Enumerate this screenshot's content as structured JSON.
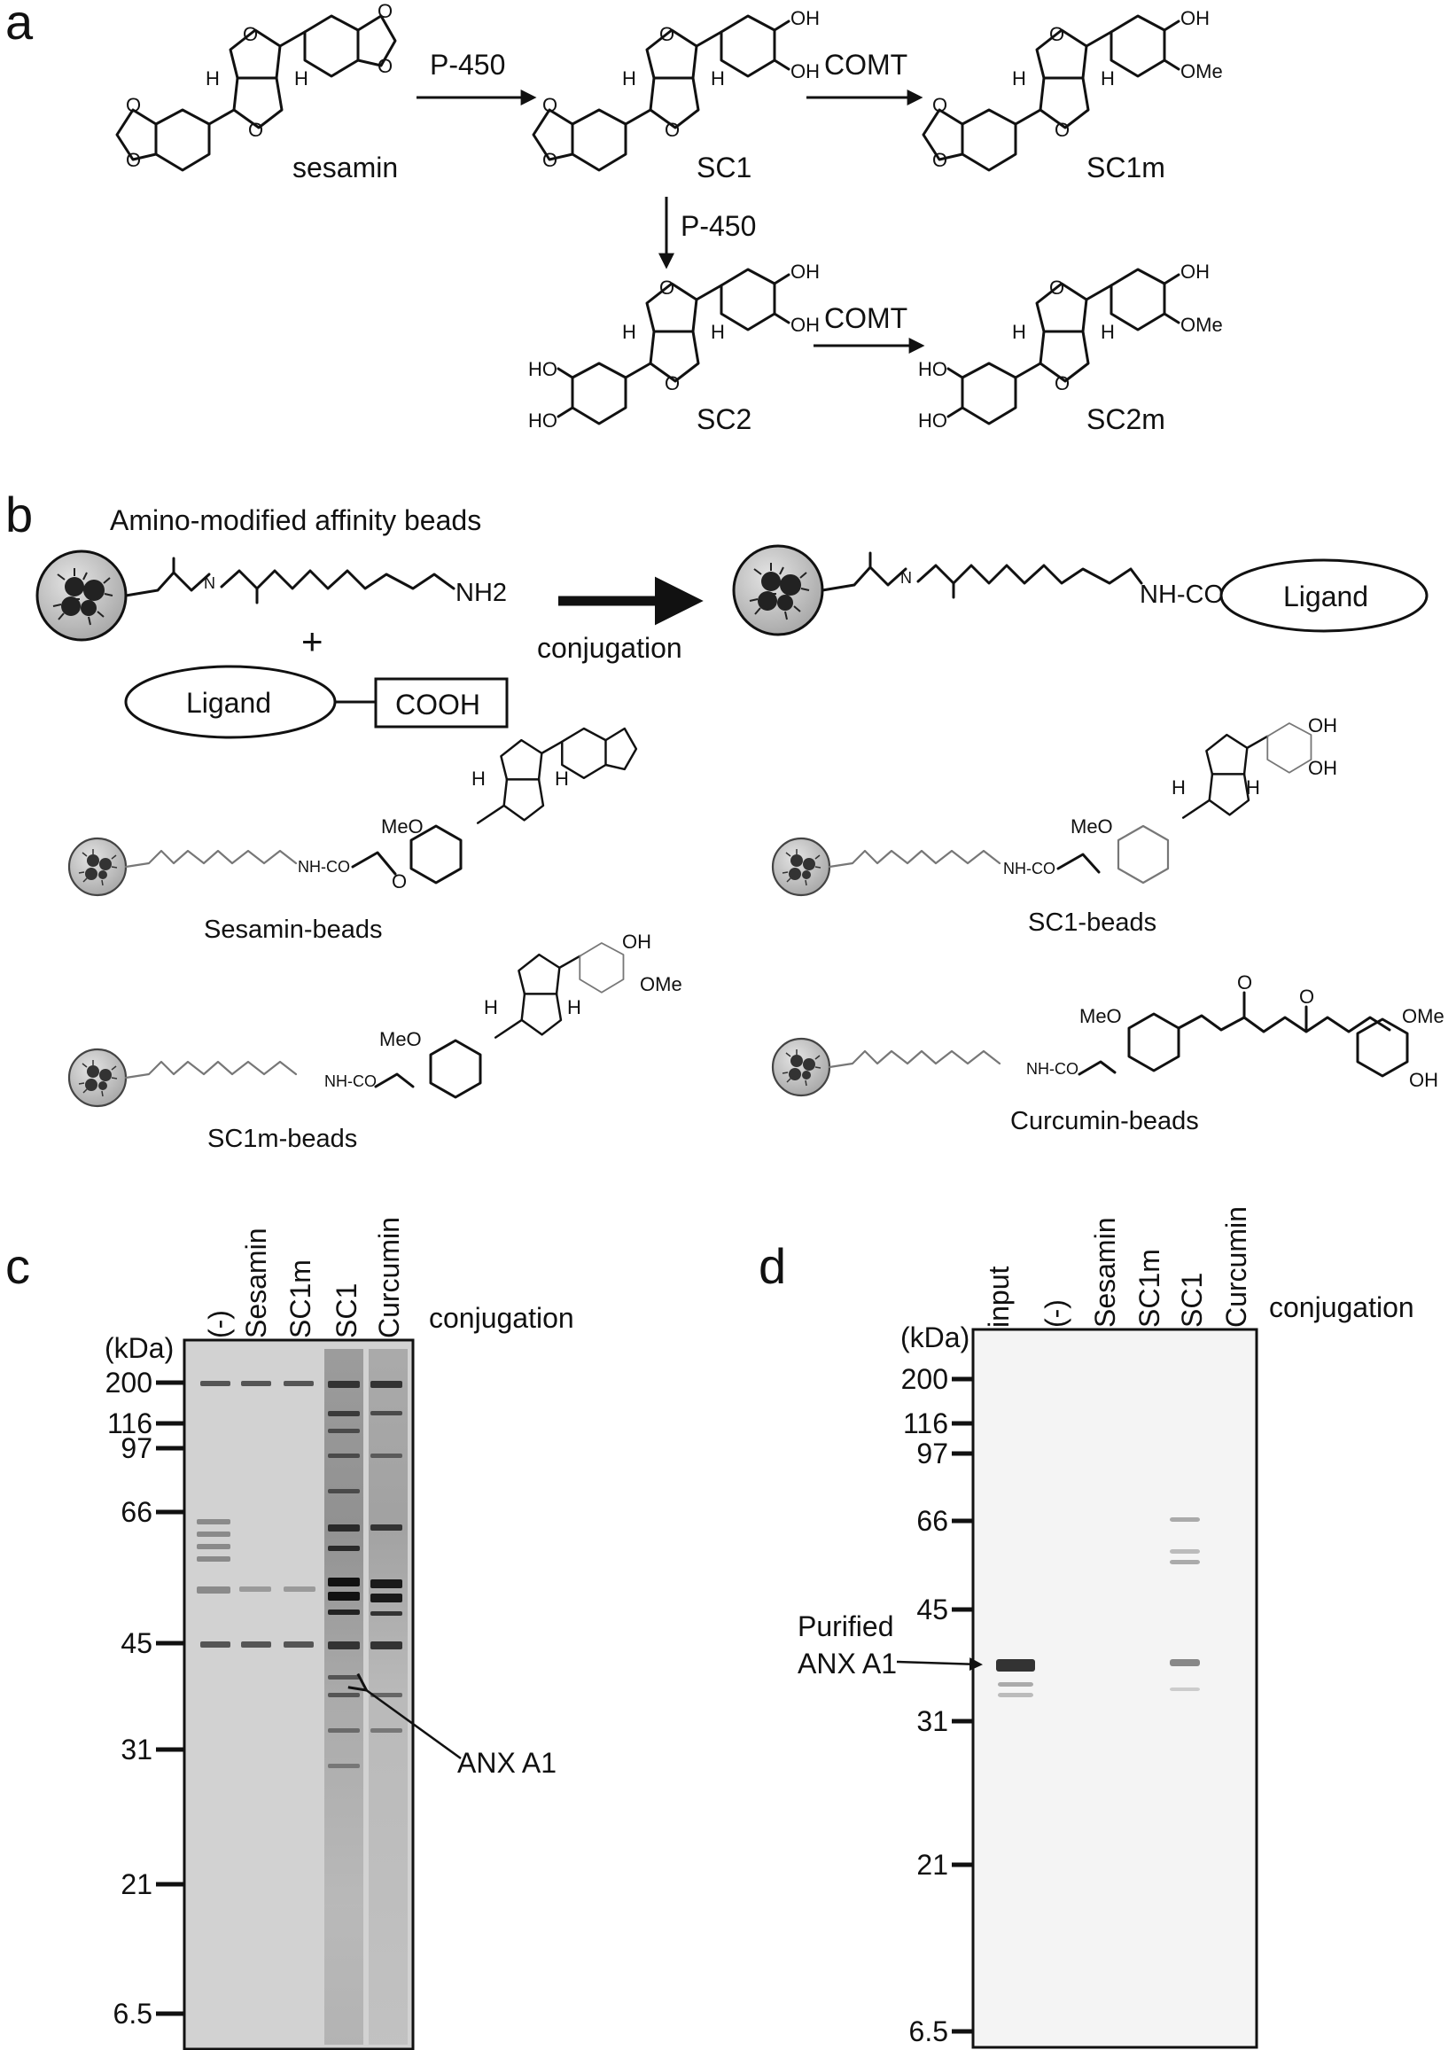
{
  "panel_a": {
    "letter": "a",
    "compounds": {
      "sesamin": "sesamin",
      "sc1": "SC1",
      "sc1m": "SC1m",
      "sc2": "SC2",
      "sc2m": "SC2m"
    },
    "enzymes": {
      "p450_1": "P-450",
      "p450_2": "P-450",
      "comt_1": "COMT",
      "comt_2": "COMT"
    },
    "atoms": {
      "o": "O",
      "h": "H",
      "oh": "OH",
      "ome": "OMe",
      "ho": "HO"
    }
  },
  "panel_b": {
    "letter": "b",
    "title": "Amino-modified affinity beads",
    "nh2": "NH2",
    "plus": "+",
    "ligand": "Ligand",
    "cooh": "COOH",
    "conjugation": "conjugation",
    "product_linker": "NH-CO-",
    "product_ligand": "Ligand",
    "bead_linker": "NH-CO",
    "meo": "MeO",
    "oh": "OH",
    "ome": "OMe",
    "o": "O",
    "h": "H",
    "beads": {
      "sesamin": "Sesamin-beads",
      "sc1": "SC1-beads",
      "sc1m": "SC1m-beads",
      "curcumin": "Curcumin-beads"
    }
  },
  "panel_c": {
    "letter": "c",
    "lanes": [
      "(-)",
      "Sesamin",
      "SC1m",
      "SC1",
      "Curcumin"
    ],
    "conjugation": "conjugation",
    "unit": "(kDa)",
    "markers": [
      "200",
      "116",
      "97",
      "66",
      "45",
      "31",
      "21",
      "6.5"
    ],
    "annotation": "ANX A1"
  },
  "panel_d": {
    "letter": "d",
    "lanes": [
      "input",
      "(-)",
      "Sesamin",
      "SC1m",
      "SC1",
      "Curcumin"
    ],
    "conjugation": "conjugation",
    "unit": "(kDa)",
    "markers": [
      "200",
      "116",
      "97",
      "66",
      "45",
      "31",
      "21",
      "6.5"
    ],
    "annotation_line1": "Purified",
    "annotation_line2": "ANX A1"
  },
  "colors": {
    "ink": "#111111",
    "gel_c_background": "#d4d4d4",
    "gel_d_background": "#f4f4f4",
    "bead_fill": "#bdbdbd"
  }
}
